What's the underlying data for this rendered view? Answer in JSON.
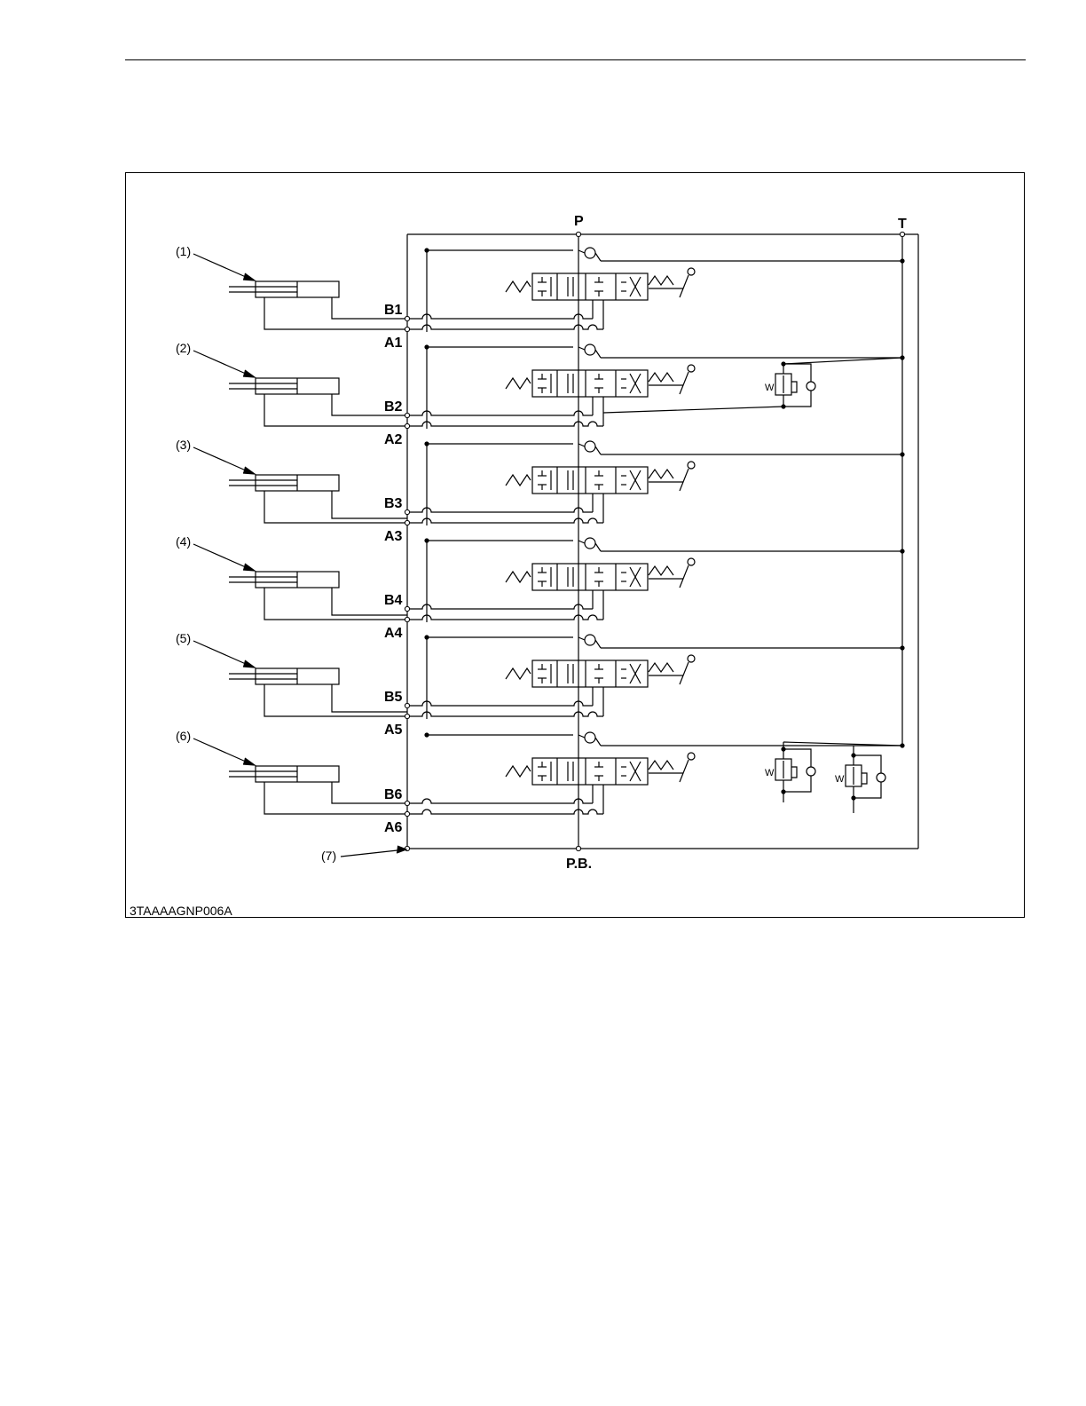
{
  "diagram": {
    "port_p": "P",
    "port_t": "T",
    "port_pb": "P.B.",
    "ports": [
      {
        "b": "B1",
        "a": "A1",
        "ref": "(1)"
      },
      {
        "b": "B2",
        "a": "A2",
        "ref": "(2)"
      },
      {
        "b": "B3",
        "a": "A3",
        "ref": "(3)"
      },
      {
        "b": "B4",
        "a": "A4",
        "ref": "(4)"
      },
      {
        "b": "B5",
        "a": "A5",
        "ref": "(5)"
      },
      {
        "b": "B6",
        "a": "A6",
        "ref": "(6)"
      }
    ],
    "body_ref": "(7)",
    "relief_marks": [
      "W",
      "W",
      "W"
    ],
    "figure_code": "3TAAAAGNP006A"
  }
}
